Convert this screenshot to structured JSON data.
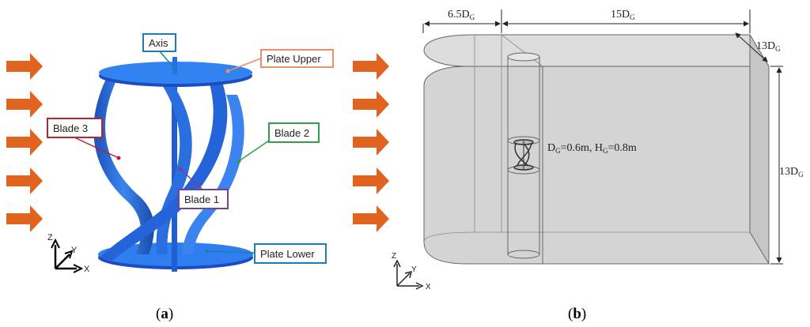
{
  "panel_a": {
    "labels": {
      "axis": "Axis",
      "plate_upper": "Plate Upper",
      "blade_3": "Blade 3",
      "blade_2": "Blade 2",
      "blade_1": "Blade 1",
      "plate_lower": "Plate Lower"
    },
    "colors": {
      "axis": "#1b7fb3",
      "plate_upper": "#e8906a",
      "blade_3": "#b8242f",
      "blade_2": "#2e9e48",
      "blade_1": "#7a3d9a",
      "plate_lower": "#1b7fb3",
      "turbine": "#2a6fe0",
      "arrow": "#e0641f"
    },
    "axes": {
      "z": "Z",
      "y": "Y",
      "x": "X"
    },
    "caption_letter": "a"
  },
  "panel_b": {
    "dims": {
      "upstream": "6.5D",
      "downstream": "15D",
      "width": "13D",
      "height": "13D",
      "subscript": "G"
    },
    "turbine_size": {
      "d_label": "D",
      "d_value": "=0.6m, H",
      "h_value": "=0.8m",
      "subscript": "G"
    },
    "axes": {
      "z": "Z",
      "y": "Y",
      "x": "X"
    },
    "caption_letter": "b"
  }
}
